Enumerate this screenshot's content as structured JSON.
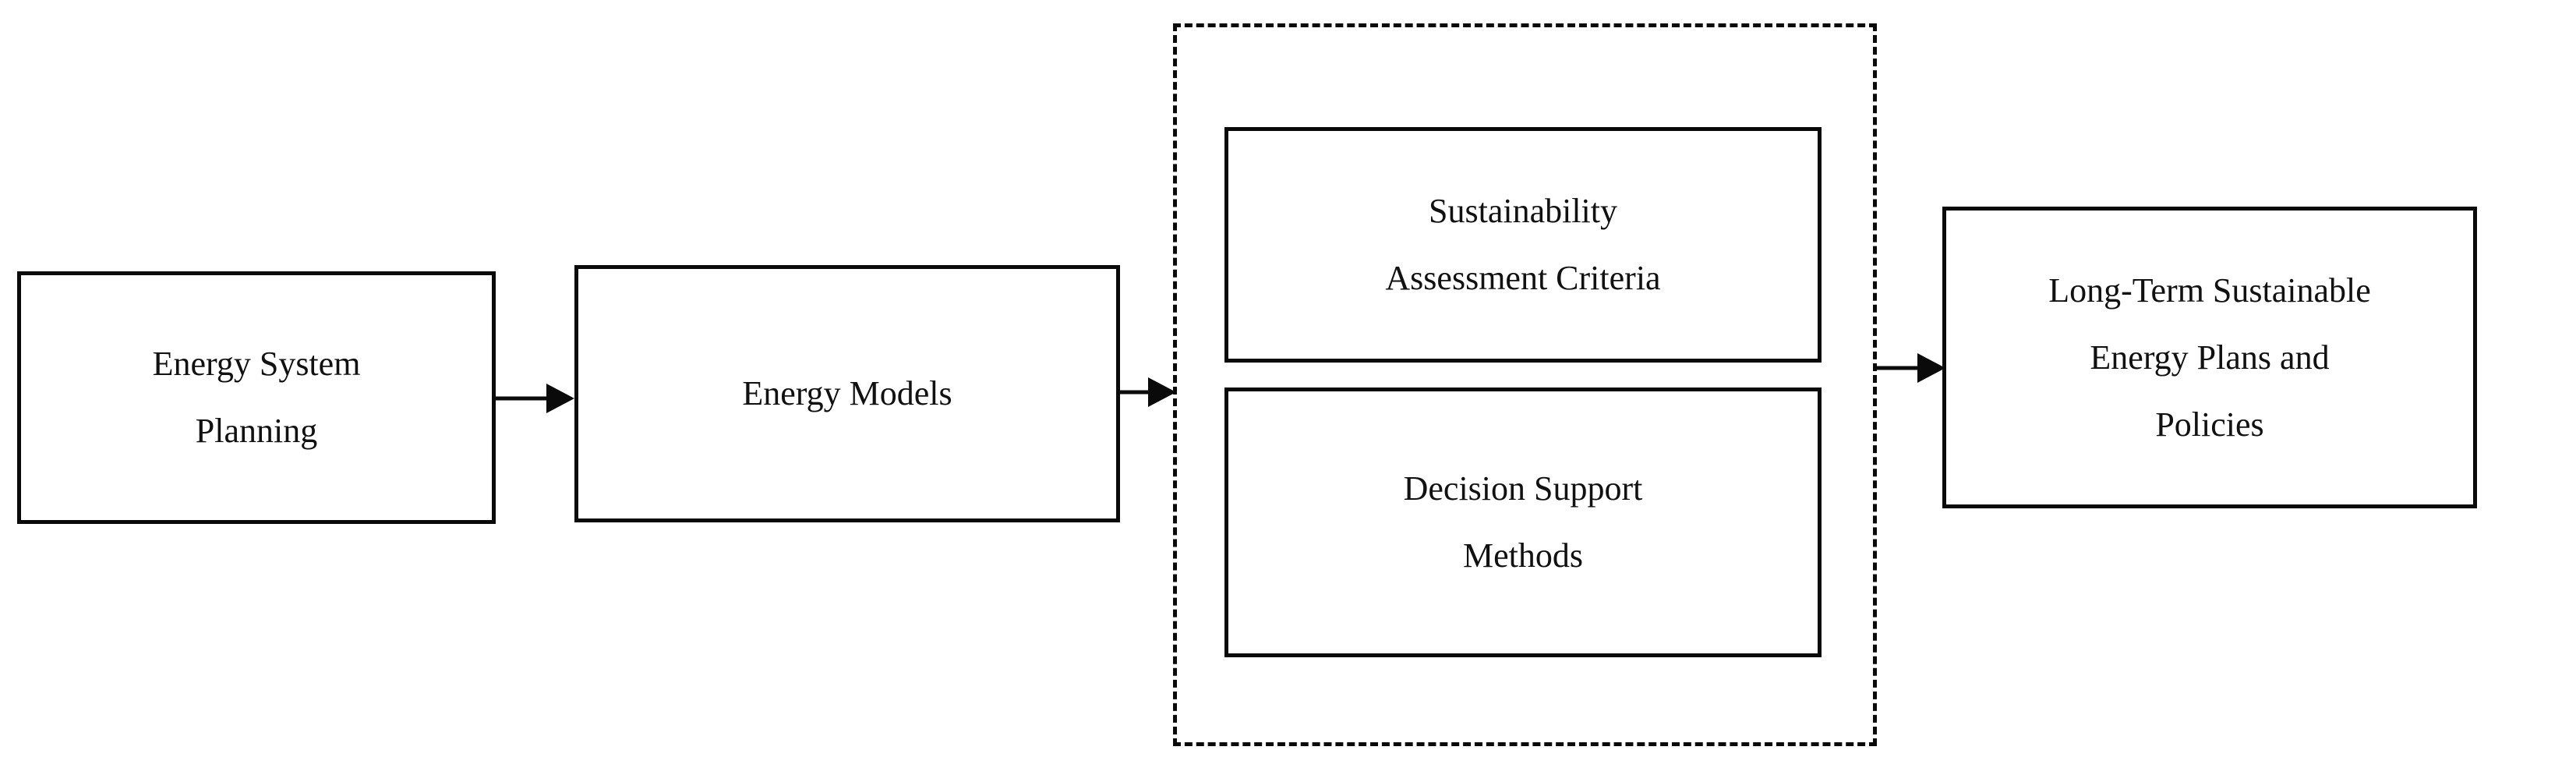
{
  "diagram": {
    "type": "flowchart",
    "orientation": "left-to-right",
    "background_color": "#ffffff",
    "stroke_color": "#0a0a0a",
    "text_color": "#111111",
    "nodes": [
      {
        "id": "energy-system-planning",
        "shape": "rectangle",
        "border_style": "solid",
        "lines": [
          "Energy System",
          "Planning"
        ]
      },
      {
        "id": "energy-models",
        "shape": "rectangle",
        "border_style": "solid",
        "lines": [
          "Energy Models"
        ]
      },
      {
        "id": "sustainability-assessment-criteria",
        "shape": "rectangle",
        "border_style": "solid",
        "lines": [
          "Sustainability",
          "Assessment Criteria"
        ]
      },
      {
        "id": "decision-support-methods",
        "shape": "rectangle",
        "border_style": "solid",
        "lines": [
          "Decision Support",
          "Methods"
        ]
      },
      {
        "id": "long-term-sustainable-energy-plans-and-policies",
        "shape": "rectangle",
        "border_style": "solid",
        "lines": [
          "Long-Term Sustainable",
          "Energy Plans and",
          "Policies"
        ]
      }
    ],
    "groups": [
      {
        "id": "assessment-framework",
        "border_style": "dashed",
        "label": "",
        "contains": [
          "sustainability-assessment-criteria",
          "decision-support-methods"
        ]
      }
    ],
    "edges": [
      {
        "id": "planning-to-models",
        "from": "energy-system-planning",
        "to": "energy-models",
        "label": "",
        "arrowhead": "filled-triangle"
      },
      {
        "id": "models-to-framework",
        "from": "energy-models",
        "to": "assessment-framework",
        "label": "",
        "arrowhead": "filled-triangle"
      },
      {
        "id": "framework-to-plans",
        "from": "assessment-framework",
        "to": "long-term-sustainable-energy-plans-and-policies",
        "label": "",
        "arrowhead": "filled-triangle"
      }
    ]
  },
  "boxes": {
    "energy_system_planning": {
      "line1": "Energy System",
      "line2": "Planning"
    },
    "energy_models": {
      "line1": "Energy Models"
    },
    "sustainability_criteria": {
      "line1": "Sustainability",
      "line2": "Assessment Criteria"
    },
    "decision_support": {
      "line1": "Decision Support",
      "line2": "Methods"
    },
    "long_term_plans": {
      "line1": "Long-Term Sustainable",
      "line2": "Energy Plans and",
      "line3": "Policies"
    }
  }
}
